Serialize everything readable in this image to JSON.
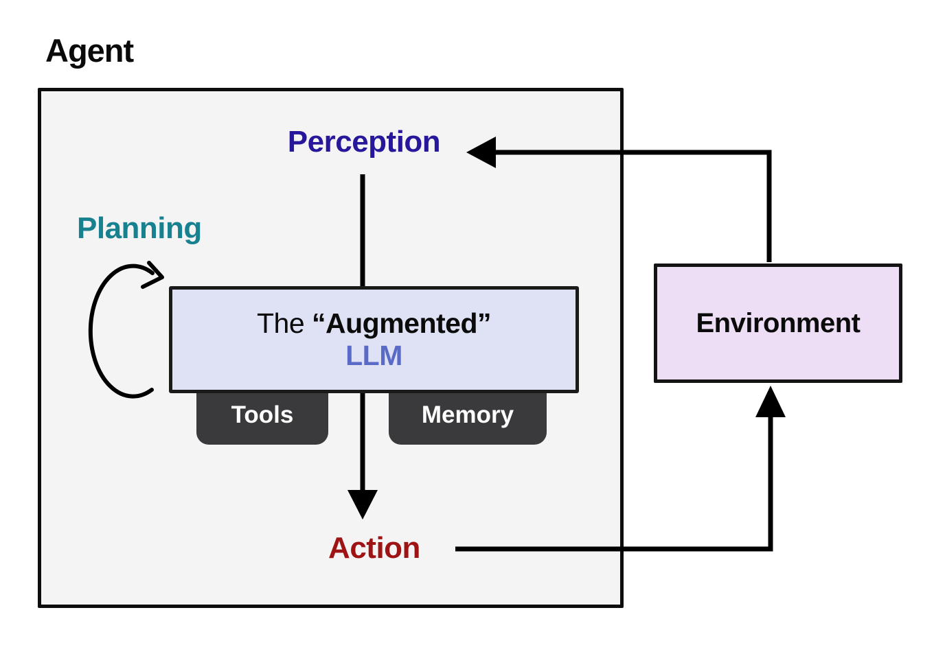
{
  "agent": {
    "title": "Agent"
  },
  "labels": {
    "perception": "Perception",
    "planning": "Planning",
    "action": "Action"
  },
  "llm_box": {
    "line1_prefix": "The ",
    "line1_emphasis": "“Augmented”",
    "line2": "LLM"
  },
  "badges": {
    "tools": "Tools",
    "memory": "Memory"
  },
  "environment": {
    "label": "Environment"
  },
  "colors": {
    "page-bg": "#ffffff",
    "title-color": "#0a0a0a",
    "agent-box-fill": "#f4f4f5",
    "agent-box-border": "#0d0d0d",
    "perception": "#27189B",
    "planning": "#17818F",
    "action": "#9E1313",
    "llm-fill": "#DFE1F4",
    "llm-border": "#1a1a1a",
    "llm-text": "#5A6BC7",
    "badge-bg": "#3A3A3C",
    "badge-text": "#ffffff",
    "env-fill": "#EEDEF5",
    "env-border": "#141414",
    "arrow": "#000000"
  }
}
